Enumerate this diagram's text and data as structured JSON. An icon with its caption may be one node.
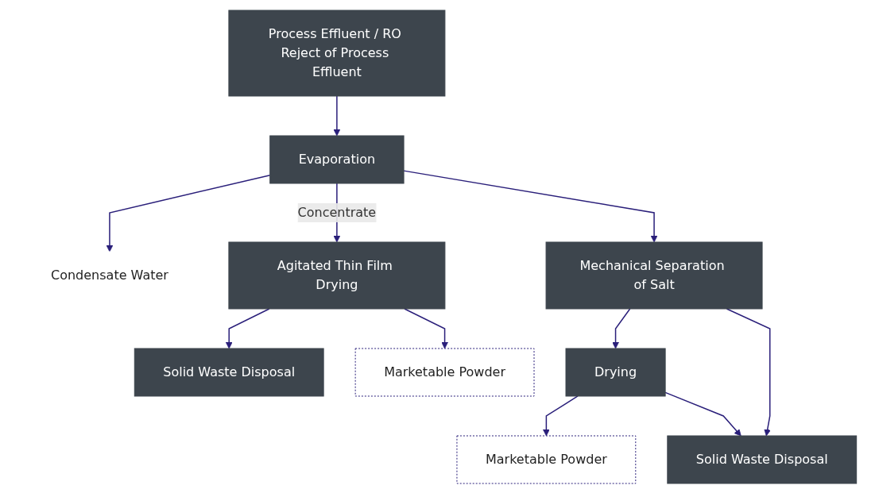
{
  "diagram": {
    "nodes": [
      {
        "text": [
          "Process Effluent / RO Reject of Process Effluent"
        ]
      },
      {
        "text": [
          "Evaporation"
        ]
      },
      {
        "text": [
          "Condensate Water"
        ]
      },
      {
        "text": [
          "Agitated Thin Film Drying"
        ]
      },
      {
        "text": [
          "Mechanical Separation of Salt"
        ]
      },
      {
        "text": [
          "Drying"
        ]
      },
      {
        "text": [
          "Solid Waste Disposal"
        ]
      },
      {
        "text": [
          "Marketable Powder"
        ]
      },
      {
        "text": [
          "Marketable Powder"
        ]
      },
      {
        "text": [
          "Solid Waste Disposal"
        ]
      }
    ],
    "edges": [
      {
        "from": 0,
        "to": 1,
        "arrow": "to"
      },
      {
        "from": 1,
        "to": 2,
        "arrow": "to"
      },
      {
        "from": 1,
        "to": 3,
        "arrow": "to",
        "label": "Concentrate"
      },
      {
        "from": 1,
        "to": 4,
        "arrow": "to"
      },
      {
        "from": 3,
        "to": 6,
        "arrow": "to"
      },
      {
        "from": 3,
        "to": 7,
        "arrow": "to"
      },
      {
        "from": 4,
        "to": 5,
        "arrow": "to"
      },
      {
        "from": 4,
        "to": 9,
        "arrow": "to"
      },
      {
        "from": 5,
        "to": 8,
        "arrow": "to"
      },
      {
        "from": 5,
        "to": 9,
        "arrow": "to"
      }
    ]
  }
}
